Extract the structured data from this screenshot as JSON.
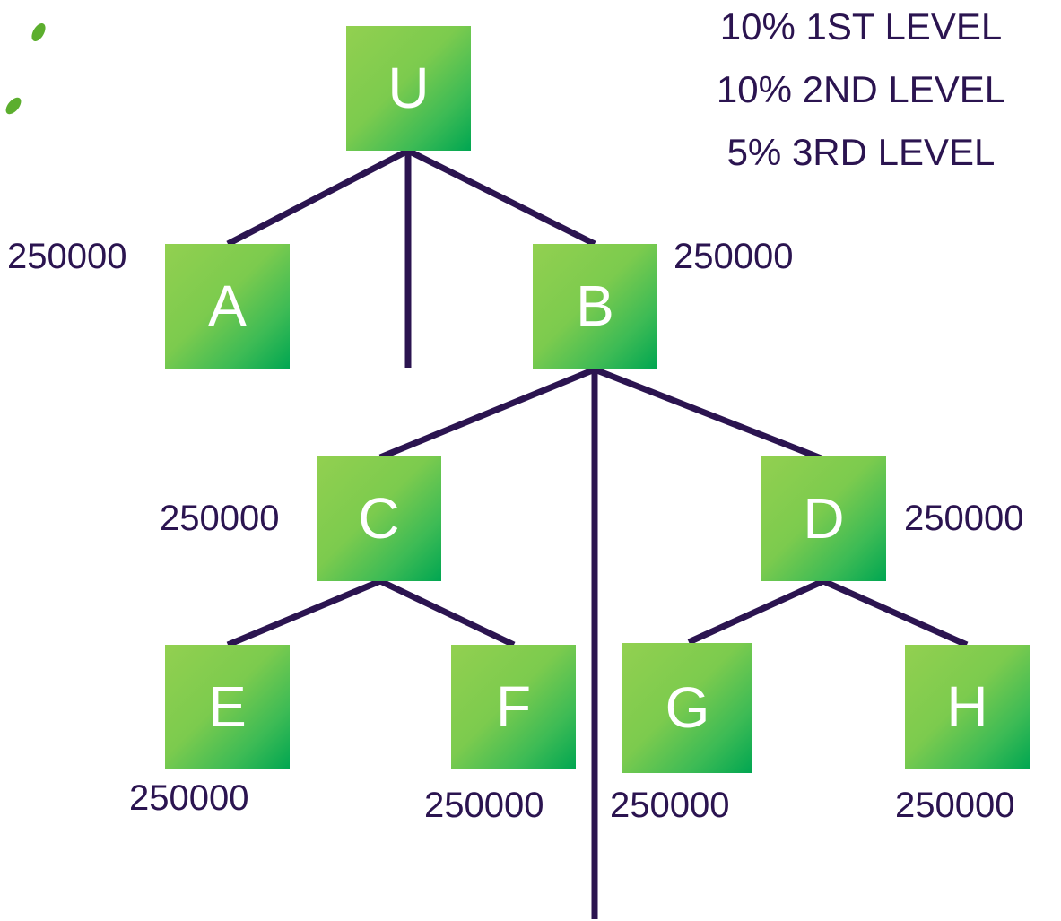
{
  "legend": [
    "10% 1ST LEVEL",
    "10% 2ND LEVEL",
    "5% 3RD LEVEL"
  ],
  "nodes": {
    "U": {
      "label": "U"
    },
    "A": {
      "label": "A",
      "amount": "250000"
    },
    "B": {
      "label": "B",
      "amount": "250000"
    },
    "C": {
      "label": "C",
      "amount": "250000"
    },
    "D": {
      "label": "D",
      "amount": "250000"
    },
    "E": {
      "label": "E",
      "amount": "250000"
    },
    "F": {
      "label": "F",
      "amount": "250000"
    },
    "G": {
      "label": "G",
      "amount": "250000"
    },
    "H": {
      "label": "H",
      "amount": "250000"
    }
  },
  "colors": {
    "node": "#00a651",
    "node_light": "#92d050",
    "line": "#2b1450",
    "text": "#2b1450"
  }
}
